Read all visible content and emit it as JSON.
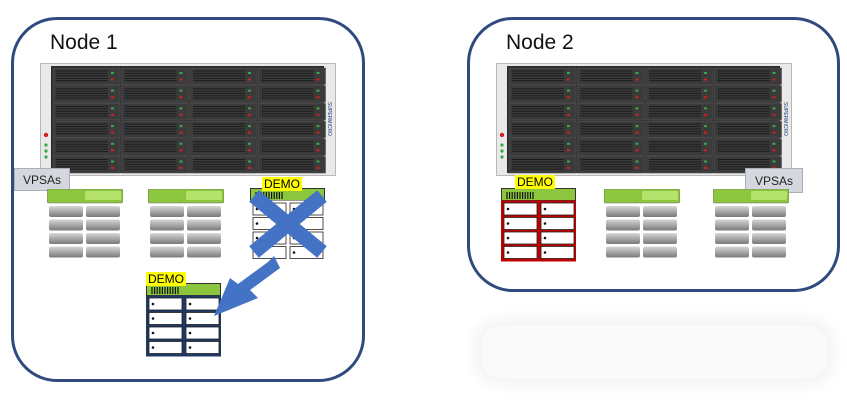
{
  "nodes": [
    {
      "title": "Node 1",
      "vpsa_label": "VPSAs",
      "demo_label": "DEMO",
      "migrated_demo_label": "DEMO"
    },
    {
      "title": "Node 2",
      "vpsa_label": "VPSAs",
      "demo_label": "DEMO"
    }
  ],
  "server_brand": "SUPERMICRO",
  "colors": {
    "node_border": "#2f4a7c",
    "arrow": "#4472c4",
    "vm_green": "#7cc242",
    "vm_red_frame": "#c00000",
    "vm_blue_frame": "#1f3864",
    "demo_highlight": "#ffff00"
  }
}
